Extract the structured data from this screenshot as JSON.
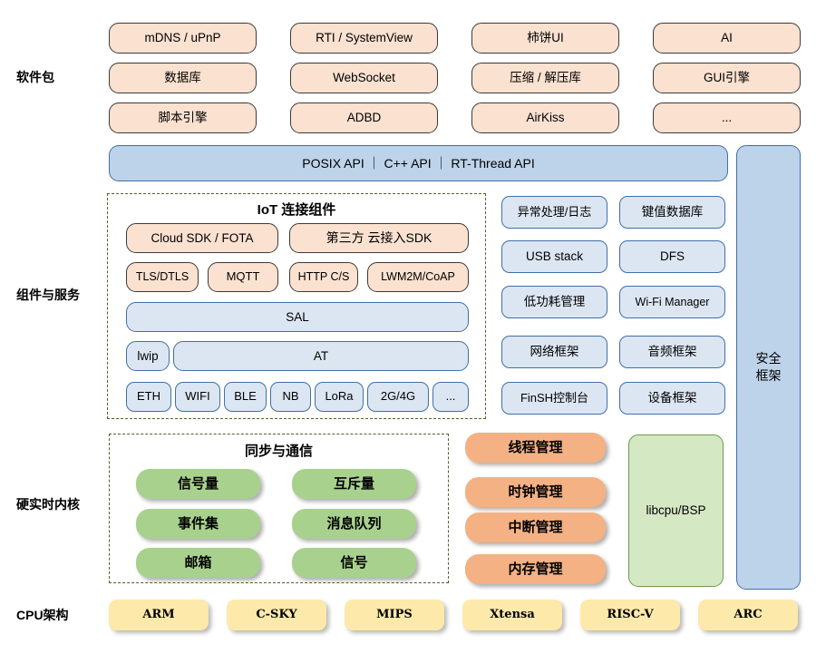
{
  "diagram": {
    "title": "RT-Thread Architecture",
    "colors": {
      "package_fill": "#fbe1d0",
      "api_fill": "#bdd3ea",
      "component_fill": "#dce6f2",
      "kernel_sync_fill": "#a9d18e",
      "kernel_mgmt_fill": "#f4b183",
      "bsp_fill": "#d5e8c4",
      "cpu_fill": "#fde9a9",
      "dash_border": "#4f6228",
      "blue_border": "#3f6fa8"
    }
  },
  "row_labels": {
    "packages": "软件包",
    "components": "组件与服务",
    "kernel": "硬实时内核",
    "cpu": "CPU架构"
  },
  "packages": {
    "columns": [
      [
        "mDNS / uPnP",
        "数据库",
        "脚本引擎"
      ],
      [
        "RTI / SystemView",
        "WebSocket",
        "ADBD"
      ],
      [
        "柿饼UI",
        "压缩 / 解压库",
        "AirKiss"
      ],
      [
        "AI",
        "GUI引擎",
        "..."
      ]
    ]
  },
  "api_bar": {
    "label": "POSIX API ｜ C++ API ｜ RT-Thread API"
  },
  "iot": {
    "title": "IoT 连接组件",
    "row_sdk": [
      "Cloud SDK / FOTA",
      "第三方 云接入SDK"
    ],
    "row_proto": [
      "TLS/DTLS",
      "MQTT",
      "HTTP C/S",
      "LWM2M/CoAP"
    ],
    "sal": "SAL",
    "row_stack": [
      "lwip",
      "AT"
    ],
    "row_link": [
      "ETH",
      "WIFI",
      "BLE",
      "NB",
      "LoRa",
      "2G/4G",
      "..."
    ]
  },
  "components": {
    "left_column": [
      "异常处理/日志",
      "USB stack",
      "低功耗管理",
      "网络框架",
      "FinSH控制台"
    ],
    "right_column": [
      "键值数据库",
      "DFS",
      "Wi-Fi Manager",
      "音频框架",
      "设备框架"
    ]
  },
  "security": {
    "line1": "安全",
    "line2": "框架"
  },
  "kernel": {
    "sync_title": "同步与通信",
    "sync_left": [
      "信号量",
      "事件集",
      "邮箱"
    ],
    "sync_right": [
      "互斥量",
      "消息队列",
      "信号"
    ],
    "management": [
      "线程管理",
      "时钟管理",
      "中断管理",
      "内存管理"
    ],
    "bsp": "libcpu/BSP"
  },
  "cpu": {
    "items": [
      "ARM",
      "C-SKY",
      "MIPS",
      "Xtensa",
      "RISC-V",
      "ARC"
    ]
  }
}
